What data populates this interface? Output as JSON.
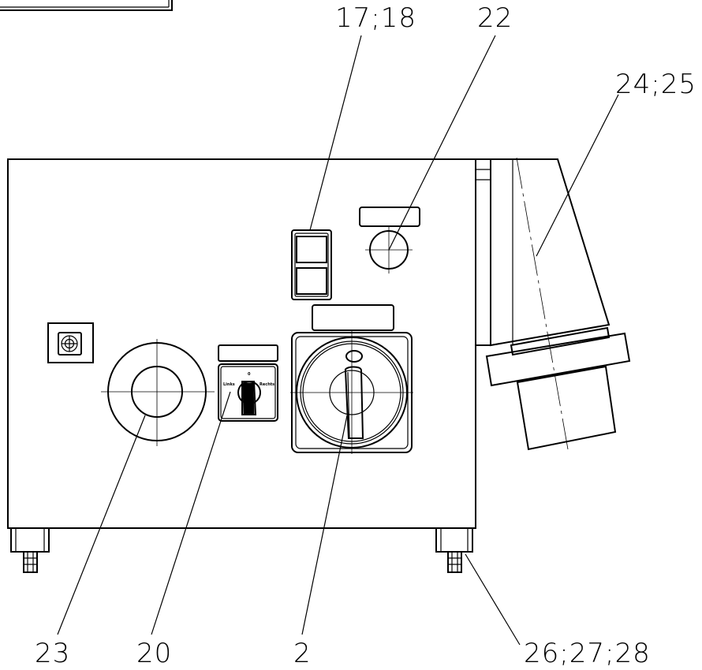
{
  "callouts": {
    "c1718": "17;18",
    "c22": "22",
    "c2425": "24;25",
    "c23": "23",
    "c20": "20",
    "c2": "2",
    "c262728": "26;27;28"
  },
  "selector_switch": {
    "zero_mark": "0",
    "left_text": "Links",
    "right_text": "Rechts"
  }
}
